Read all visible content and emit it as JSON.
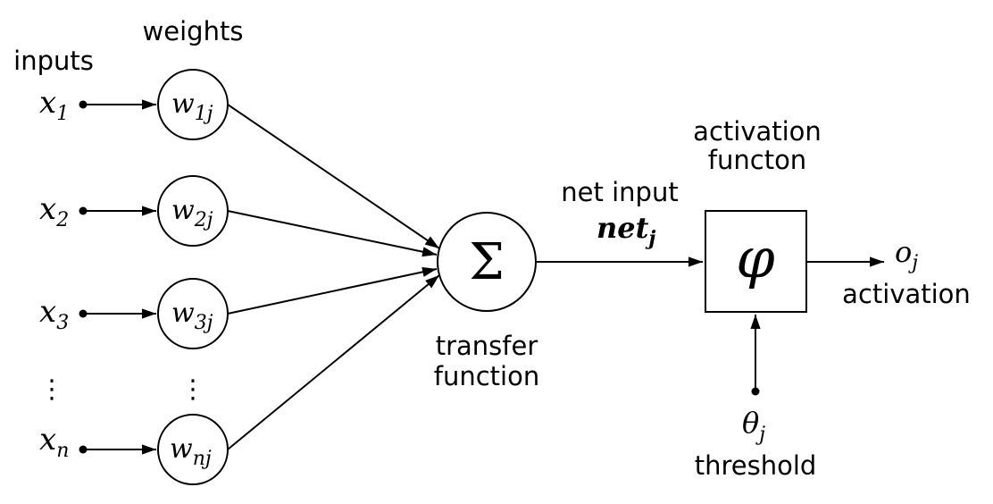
{
  "labels": {
    "inputs": "inputs",
    "weights": "weights",
    "net_input": "net input",
    "transfer_function_1": "transfer",
    "transfer_function_2": "function",
    "activation_function_1": "activation",
    "activation_function_2": "functon",
    "activation": "activation",
    "threshold": "threshold"
  },
  "inputs": [
    {
      "base": "x",
      "sub": "1"
    },
    {
      "base": "x",
      "sub": "2"
    },
    {
      "base": "x",
      "sub": "3"
    },
    {
      "base": "x",
      "sub": "n"
    }
  ],
  "weights": [
    {
      "base": "w",
      "sub": "1j"
    },
    {
      "base": "w",
      "sub": "2j"
    },
    {
      "base": "w",
      "sub": "3j"
    },
    {
      "base": "w",
      "sub": "nj"
    }
  ],
  "ellipsis": "⋮",
  "net": {
    "base": "net",
    "sub": "j"
  },
  "sum_symbol": "Σ",
  "phi_symbol": "φ",
  "output": {
    "base": "o",
    "sub": "j"
  },
  "theta": {
    "base": "θ",
    "sub": "j"
  }
}
